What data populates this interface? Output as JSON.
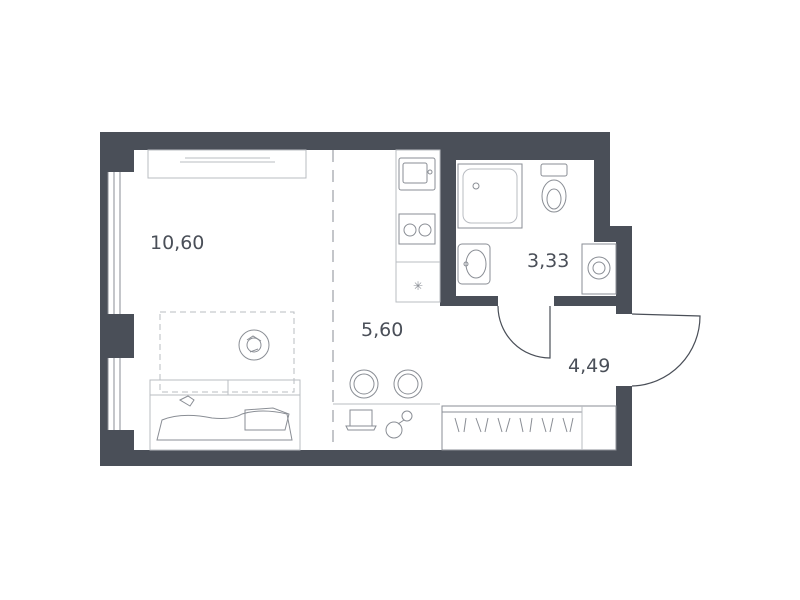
{
  "rooms": [
    {
      "id": "living",
      "area": "10,60"
    },
    {
      "id": "kitchen",
      "area": "5,60"
    },
    {
      "id": "bathroom",
      "area": "3,33"
    },
    {
      "id": "hallway",
      "area": "4,49"
    }
  ],
  "colors": {
    "wall": "#4a4f58",
    "line": "#b9bcc2",
    "background": "#ffffff"
  }
}
